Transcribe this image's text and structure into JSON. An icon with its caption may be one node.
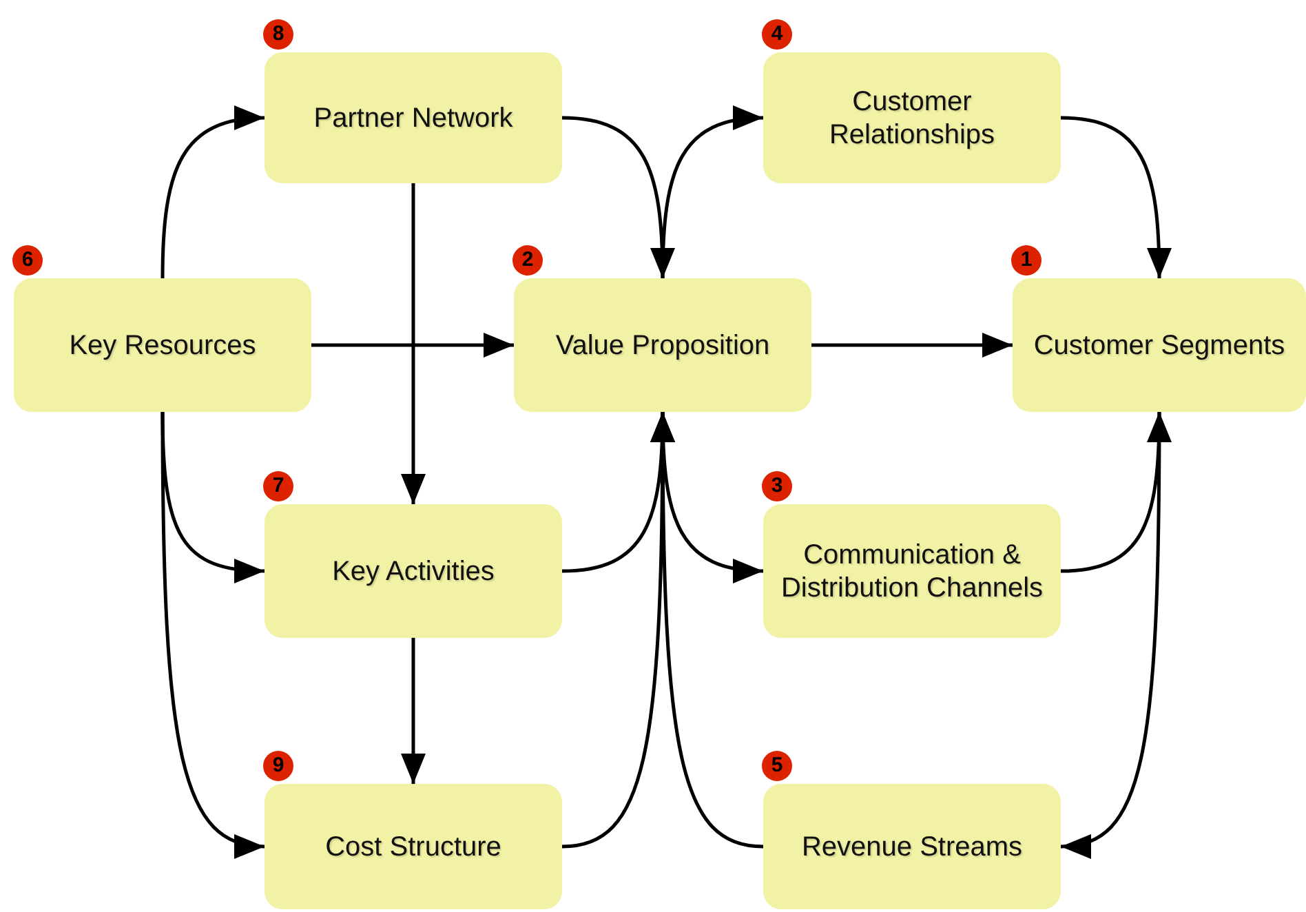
{
  "diagram": {
    "nodes": [
      {
        "text": [
          "Partner Network"
        ],
        "beside": [
          "8"
        ]
      },
      {
        "text": [
          "Customer Relationships"
        ],
        "beside": [
          "4"
        ]
      },
      {
        "text": [
          "Key Resources"
        ],
        "beside": [
          "6"
        ]
      },
      {
        "text": [
          "Value Proposition"
        ],
        "beside": [
          "2"
        ]
      },
      {
        "text": [
          "Customer Segments"
        ],
        "beside": [
          "1"
        ]
      },
      {
        "text": [
          "Key Activities"
        ],
        "beside": [
          "7"
        ]
      },
      {
        "text": [
          "Communication & Distribution Channels"
        ],
        "beside": [
          "3"
        ]
      },
      {
        "text": [
          "Cost Structure"
        ],
        "beside": [
          "9"
        ]
      },
      {
        "text": [
          "Revenue Streams"
        ],
        "beside": [
          "5"
        ]
      }
    ],
    "edges": [
      {
        "from": 2,
        "to": 0,
        "arrow": "to"
      },
      {
        "from": 0,
        "to": 3,
        "arrow": "to"
      },
      {
        "from": 3,
        "to": 1,
        "arrow": "to"
      },
      {
        "from": 1,
        "to": 4,
        "arrow": "to"
      },
      {
        "from": 2,
        "to": 3,
        "arrow": "to"
      },
      {
        "from": 3,
        "to": 4,
        "arrow": "to"
      },
      {
        "from": 0,
        "to": 5,
        "arrow": "to"
      },
      {
        "from": 2,
        "to": 5,
        "arrow": "to"
      },
      {
        "from": 2,
        "to": 7,
        "arrow": "to"
      },
      {
        "from": 5,
        "to": 3,
        "arrow": "to"
      },
      {
        "from": 3,
        "to": 6,
        "arrow": "to"
      },
      {
        "from": 5,
        "to": 7,
        "arrow": "to"
      },
      {
        "from": 7,
        "to": 3,
        "arrow": "to"
      },
      {
        "from": 8,
        "to": 3,
        "arrow": "to"
      },
      {
        "from": 6,
        "to": 4,
        "arrow": "to"
      },
      {
        "from": 4,
        "to": 8,
        "arrow": "to"
      }
    ]
  }
}
